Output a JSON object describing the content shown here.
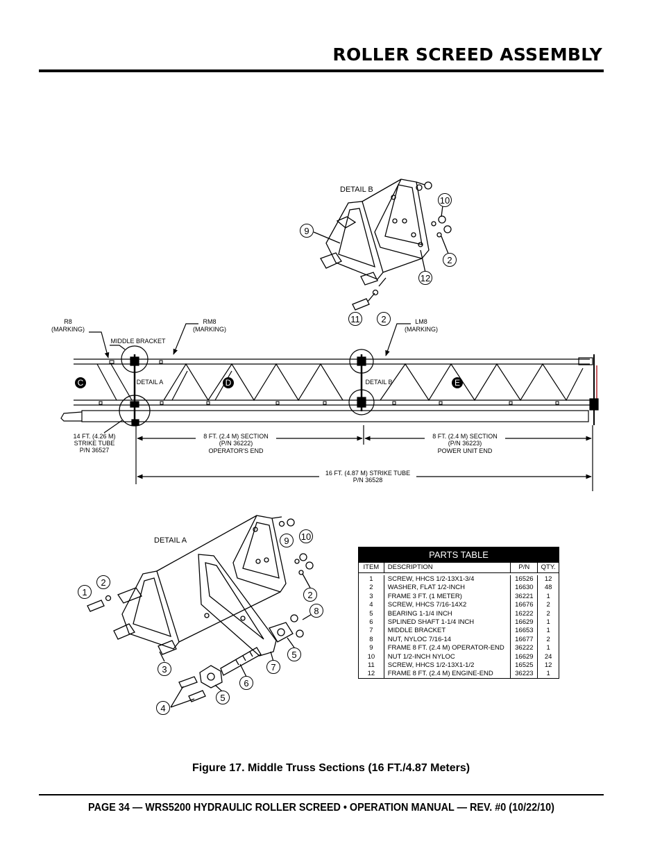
{
  "header": {
    "title": "ROLLER SCREED ASSEMBLY"
  },
  "figure": {
    "caption": "Figure 17. Middle Truss Sections (16 FT./4.87 Meters)",
    "detail_b_title": "DETAIL B",
    "detail_a_title": "DETAIL A",
    "labels": {
      "r8": [
        "R8",
        "(MARKING)"
      ],
      "rm8": [
        "RM8",
        "(MARKING)"
      ],
      "lm8": [
        "LM8",
        "(MARKING)"
      ],
      "middle_bracket": "MIDDLE BRACKET",
      "detail_a_ref": "DETAIL A",
      "detail_b_ref": "DETAIL B",
      "strike14": [
        "14 FT. (4.26 M)",
        "STRIKE TUBE",
        "P/N 36527"
      ],
      "section_op": [
        "8 FT. (2.4 M) SECTION",
        "(P/N 36222)",
        "OPERATOR'S END"
      ],
      "section_pu": [
        "8 FT. (2.4 M) SECTION",
        "(P/N 36223)",
        "POWER UNIT END"
      ],
      "strike16": [
        "16 FT. (4.87 M) STRIKE TUBE",
        "P/N 36528"
      ]
    },
    "section_markers": [
      "C",
      "D",
      "E"
    ],
    "callouts_b": [
      "10",
      "9",
      "2",
      "12",
      "11",
      "2"
    ],
    "callouts_a": [
      "9",
      "10",
      "2",
      "1",
      "2",
      "8",
      "5",
      "3",
      "7",
      "6",
      "5",
      "4"
    ]
  },
  "parts_table": {
    "title": "PARTS TABLE",
    "columns": [
      "ITEM",
      "DESCRIPTION",
      "P/N",
      "QTY."
    ],
    "rows": [
      [
        "1",
        "SCREW, HHCS 1/2-13X1-3/4",
        "16526",
        "12"
      ],
      [
        "2",
        "WASHER, FLAT 1/2-INCH",
        "16630",
        "48"
      ],
      [
        "3",
        "FRAME 3 FT. (1 METER)",
        "36221",
        "1"
      ],
      [
        "4",
        "SCREW, HHCS 7/16-14X2",
        "16676",
        "2"
      ],
      [
        "5",
        "BEARING 1-1/4 INCH",
        "16222",
        "2"
      ],
      [
        "6",
        "SPLINED SHAFT 1-1/4 INCH",
        "16629",
        "1"
      ],
      [
        "7",
        "MIDDLE BRACKET",
        "16653",
        "1"
      ],
      [
        "8",
        "NUT, NYLOC 7/16-14",
        "16677",
        "2"
      ],
      [
        "9",
        "FRAME 8 FT. (2.4 M) OPERATOR-END",
        "36222",
        "1"
      ],
      [
        "10",
        "NUT 1/2-INCH NYLOC",
        "16629",
        "24"
      ],
      [
        "11",
        "SCREW, HHCS 1/2-13X1-1/2",
        "16525",
        "12"
      ],
      [
        "12",
        "FRAME 8 FT. (2.4 M) ENGINE-END",
        "36223",
        "1"
      ]
    ]
  },
  "footer": {
    "text": "PAGE 34 — WRS5200 HYDRAULIC ROLLER SCREED • OPERATION MANUAL — REV. #0 (10/22/10)"
  }
}
